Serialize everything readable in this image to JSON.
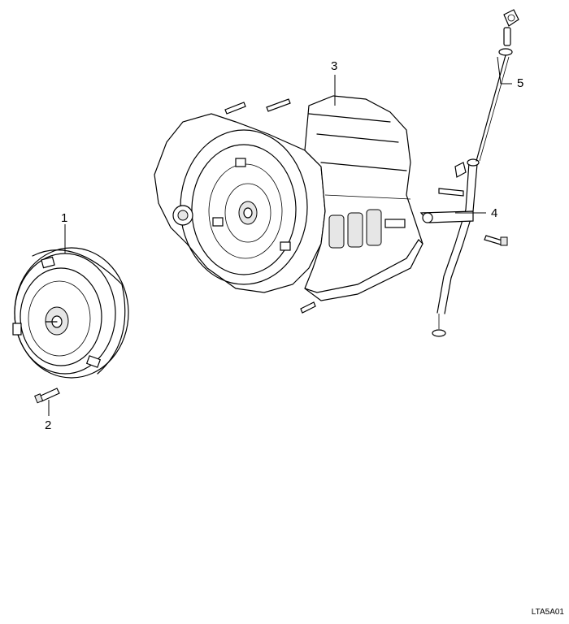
{
  "diagram": {
    "callouts": [
      {
        "id": "1",
        "label": "1"
      },
      {
        "id": "2",
        "label": "2"
      },
      {
        "id": "3",
        "label": "3"
      },
      {
        "id": "4",
        "label": "4"
      },
      {
        "id": "5",
        "label": "5"
      }
    ],
    "reference_code": "LTA5A01"
  }
}
